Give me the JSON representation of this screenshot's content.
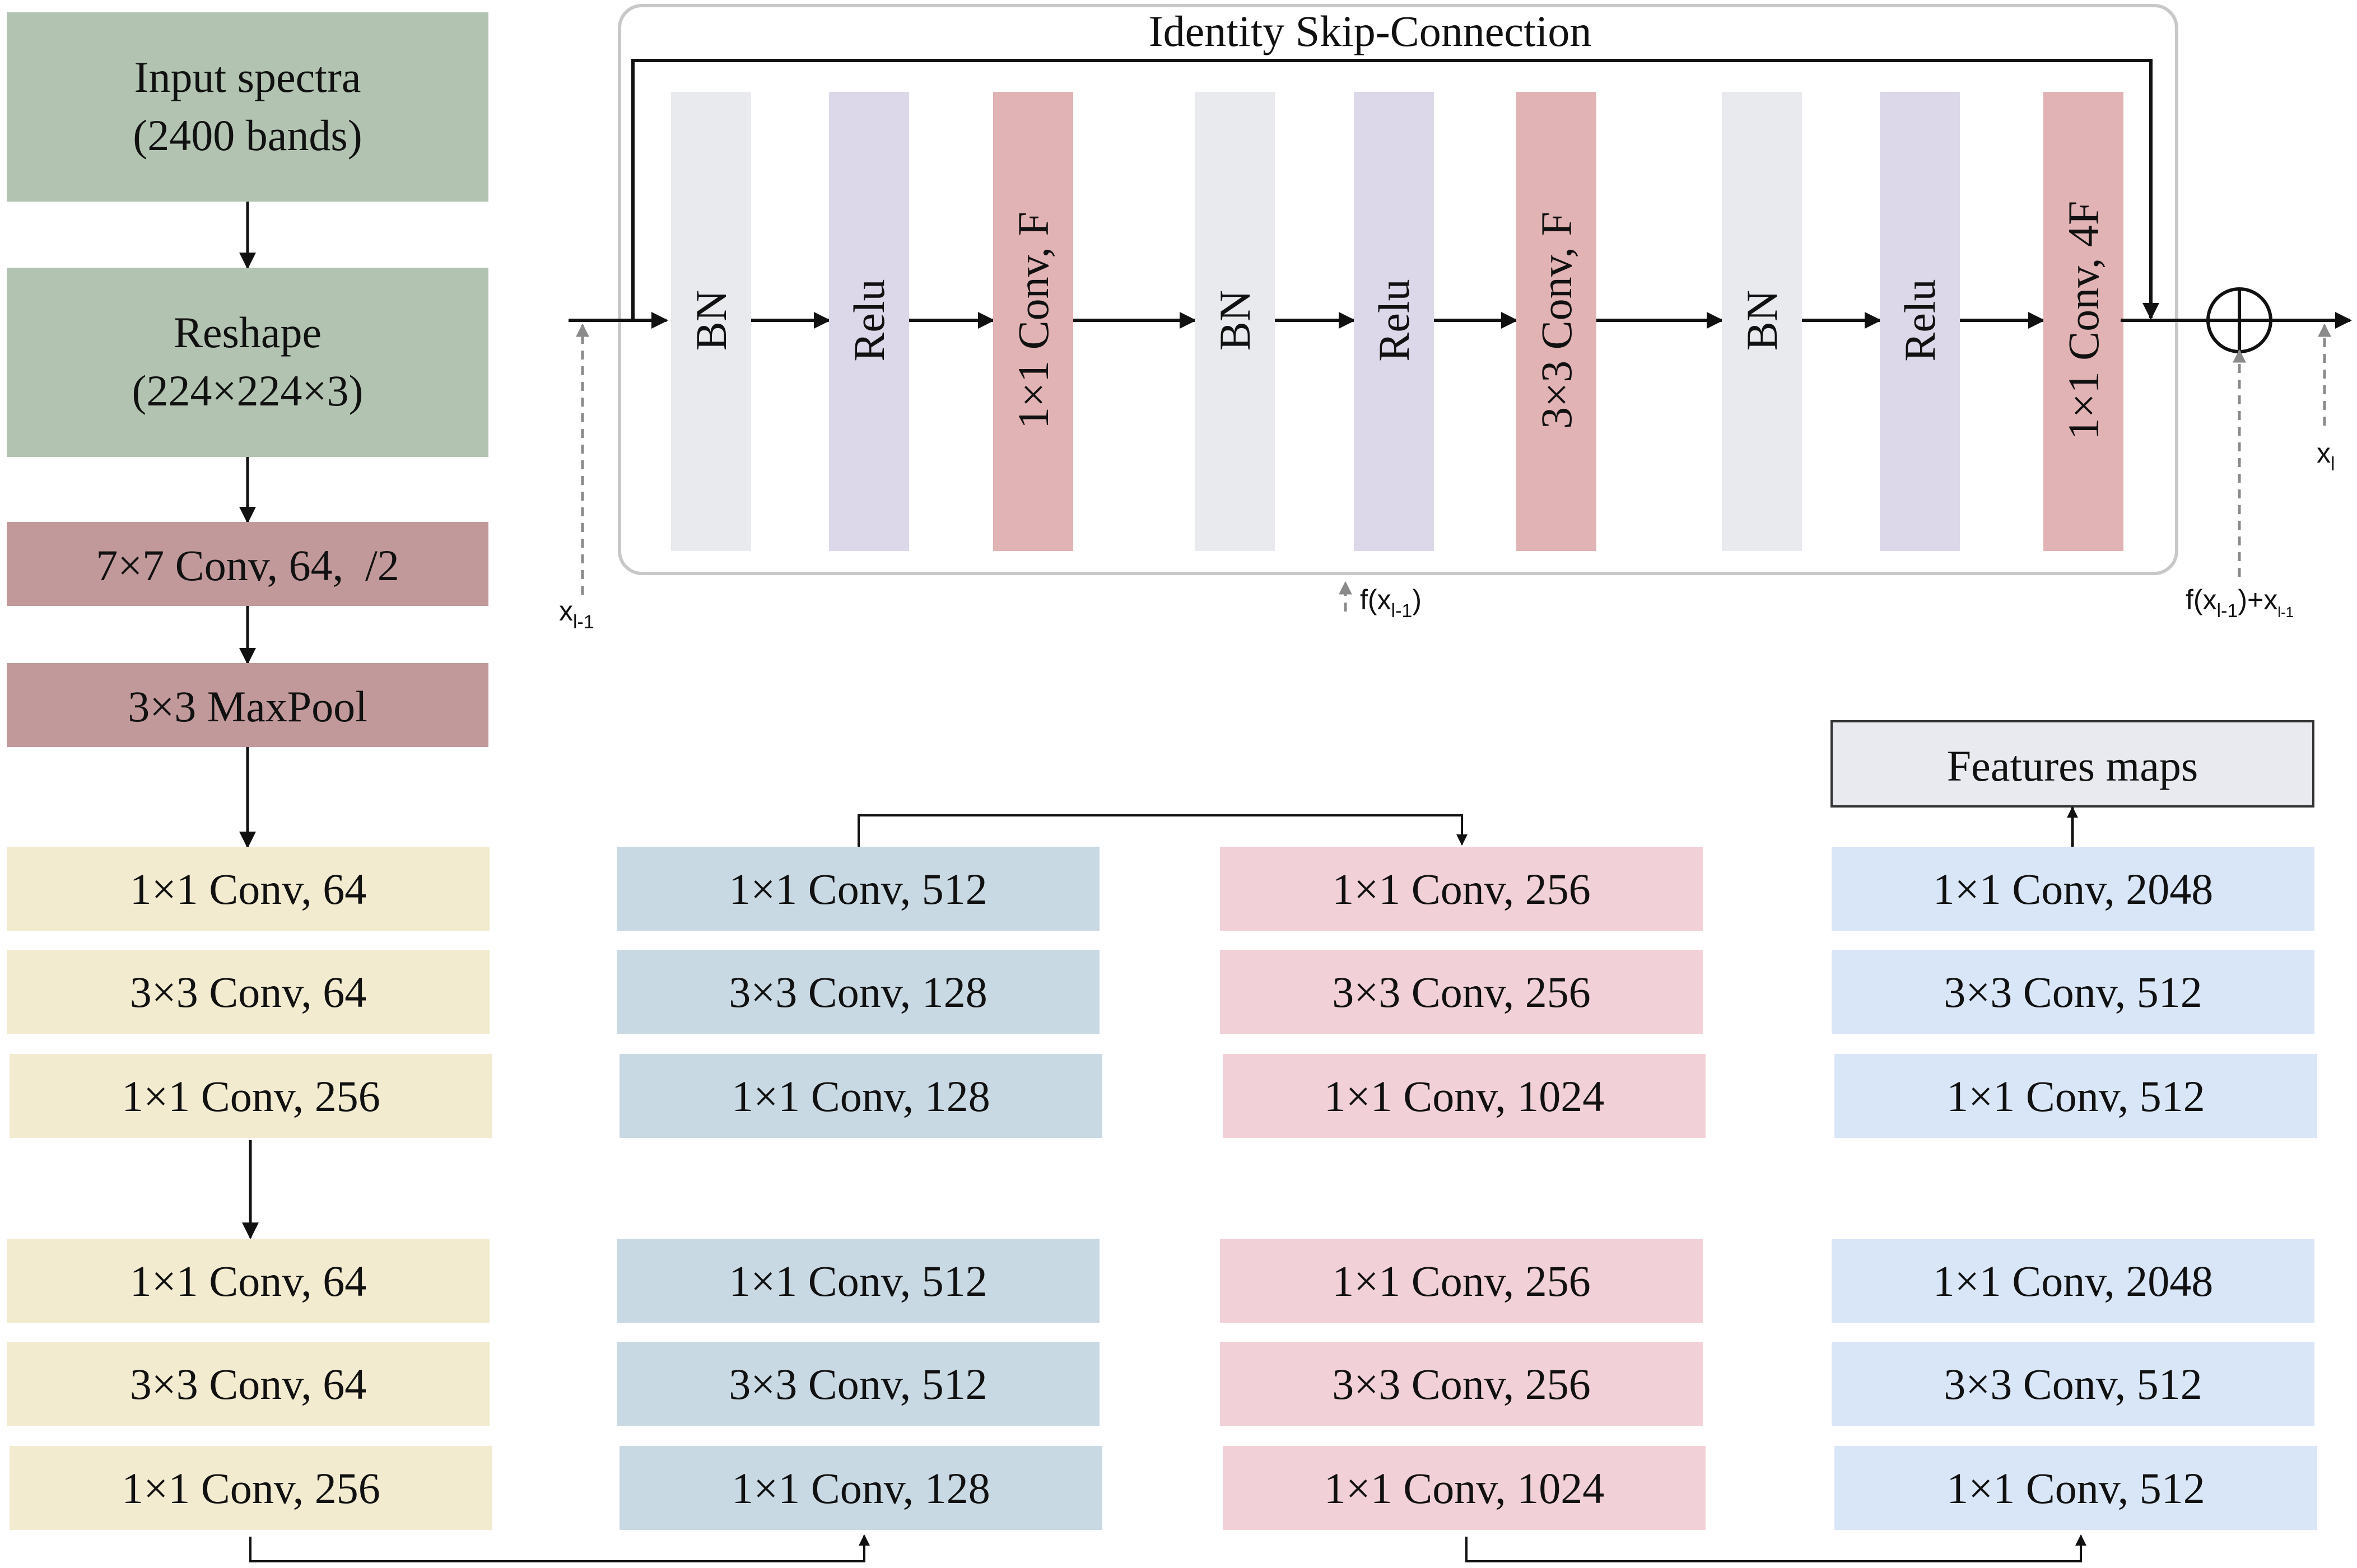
{
  "colors": {
    "green": "#b2c4b1",
    "maroon": "#c2999a",
    "bn": "#e8eaee",
    "relu": "#dcd8ea",
    "conv": "#e2b3b4",
    "yellow": "#f2ebd0",
    "steel": "#c9d9e4",
    "pink": "#f1d0d7",
    "light_blue": "#d9e6f7",
    "feature": "#e8eaef",
    "line": "#111111",
    "dashed": "#8a8a8a"
  },
  "left_column": {
    "input": {
      "line1": "Input spectra",
      "line2": "(2400 bands)"
    },
    "reshape": {
      "line1": "Reshape",
      "line2": "(224×224×3)"
    },
    "conv7": "7×7 Conv, 64,  /2",
    "maxpool": "3×3 MaxPool"
  },
  "identity_block": {
    "title": "Identity Skip-Connection",
    "layers": [
      "BN",
      "Relu",
      "1×1 Conv, F",
      "BN",
      "Relu",
      "3×3 Conv, F",
      "BN",
      "Relu",
      "1×1 Conv, 4F"
    ],
    "input_label": "x",
    "input_sub": "l-1",
    "residual_label_pre": "f(x",
    "residual_label_sub": "l-1",
    "residual_label_post": ")",
    "sum_label_pre": "f(x",
    "sum_label_sub": "l-1",
    "sum_label_mid": ")+x",
    "sum_label_sub2": "l-1",
    "output_label": "x",
    "output_sub": "l"
  },
  "features_maps": "Features maps",
  "stages": [
    {
      "top": [
        "1×1 Conv, 64",
        "3×3 Conv, 64",
        "1×1 Conv, 256"
      ],
      "bottom": [
        "1×1 Conv, 64",
        "3×3 Conv, 64",
        "1×1 Conv, 256"
      ]
    },
    {
      "top": [
        "1×1 Conv, 512",
        "3×3 Conv, 128",
        "1×1 Conv, 128"
      ],
      "bottom": [
        "1×1 Conv, 512",
        "3×3 Conv, 512",
        "1×1 Conv, 128"
      ]
    },
    {
      "top": [
        "1×1 Conv, 256",
        "3×3 Conv, 256",
        "1×1 Conv, 1024"
      ],
      "bottom": [
        "1×1 Conv, 256",
        "3×3 Conv, 256",
        "1×1 Conv, 1024"
      ]
    },
    {
      "top": [
        "1×1 Conv, 2048",
        "3×3 Conv, 512",
        "1×1 Conv, 512"
      ],
      "bottom": [
        "1×1 Conv, 2048",
        "3×3 Conv, 512",
        "1×1 Conv, 512"
      ]
    }
  ]
}
